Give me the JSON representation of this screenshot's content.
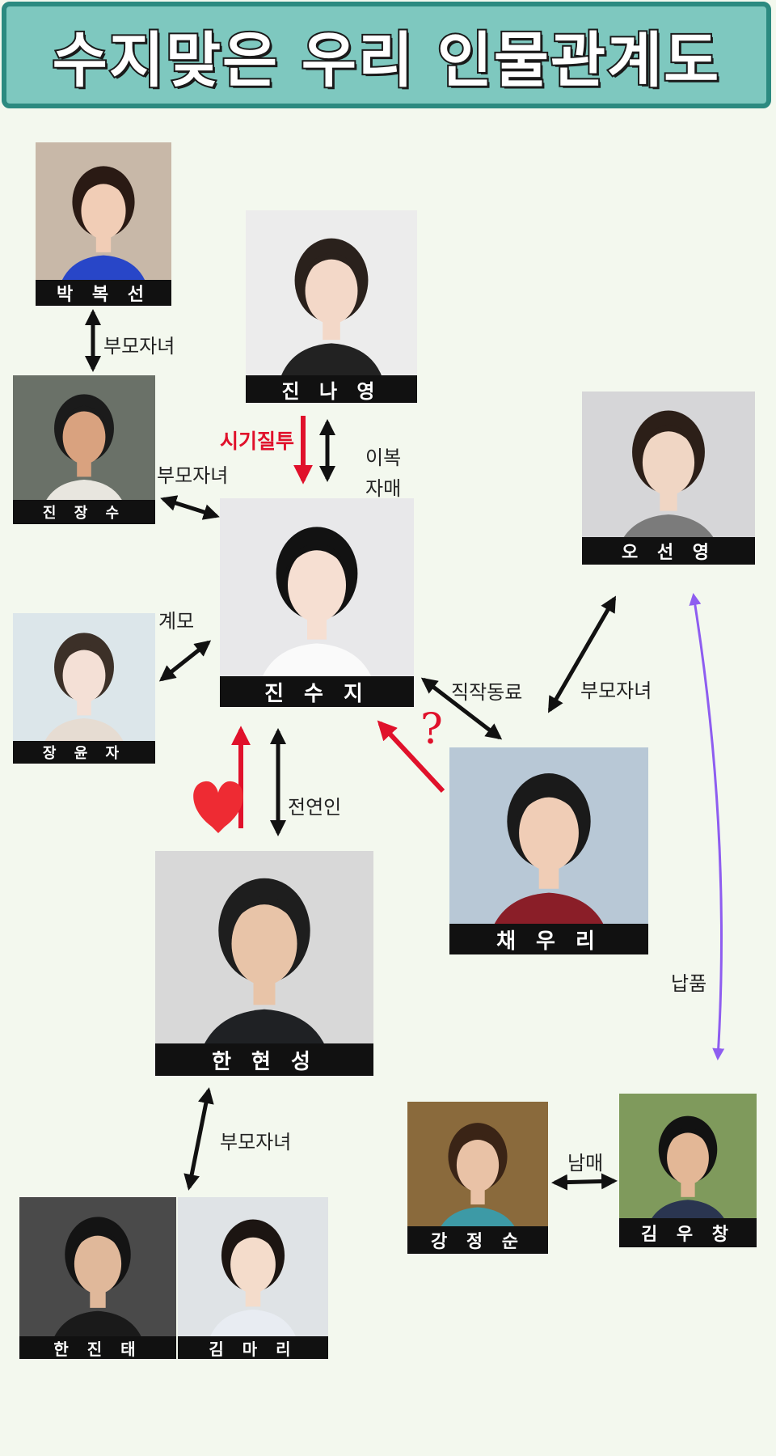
{
  "title": "수지맞은 우리 인물관계도",
  "people": {
    "park_bokseon": {
      "name": "박 복 선",
      "colors": {
        "bg": "#c8b8a8",
        "hair": "#2a1a14",
        "skin": "#f1cdb6",
        "cloth": "#2846c8"
      }
    },
    "jin_jangsu": {
      "name": "진 장 수",
      "colors": {
        "bg": "#6a7168",
        "hair": "#1b1b1b",
        "skin": "#d9a27f",
        "cloth": "#e8e6df"
      }
    },
    "jin_nayoung": {
      "name": "진 나 영",
      "colors": {
        "bg": "#ececec",
        "hair": "#2a211c",
        "skin": "#f3d8c8",
        "cloth": "#222222"
      }
    },
    "jin_suji": {
      "name": "진 수 지",
      "colors": {
        "bg": "#e8e8ea",
        "hair": "#121212",
        "skin": "#f6dfd2",
        "cloth": "#fafafa"
      }
    },
    "jang_yunja": {
      "name": "장 윤 자",
      "colors": {
        "bg": "#dce6ea",
        "hair": "#3c3028",
        "skin": "#f4e0d6",
        "cloth": "#e6dcd2"
      }
    },
    "oh_sunyoung": {
      "name": "오 선 영",
      "colors": {
        "bg": "#d6d6d8",
        "hair": "#2c1f18",
        "skin": "#f0d6c4",
        "cloth": "#7b7b7b"
      }
    },
    "chae_woori": {
      "name": "채 우 리",
      "colors": {
        "bg": "#b8c8d6",
        "hair": "#1a1a1a",
        "skin": "#f0cdb6",
        "cloth": "#8a1e28"
      }
    },
    "han_hyunsung": {
      "name": "한 현 성",
      "colors": {
        "bg": "#d8d8d8",
        "hair": "#1e1e1e",
        "skin": "#e8c4a8",
        "cloth": "#1f2124"
      }
    },
    "han_jintae": {
      "name": "한 진 태",
      "colors": {
        "bg": "#4a4a4a",
        "hair": "#141414",
        "skin": "#e0b89a",
        "cloth": "#1a1a1a"
      }
    },
    "kim_mari": {
      "name": "김 마 리",
      "colors": {
        "bg": "#dfe3e6",
        "hair": "#1c1512",
        "skin": "#f4dccb",
        "cloth": "#e8ecf2"
      }
    },
    "kang_jungsoon": {
      "name": "강 정 순",
      "colors": {
        "bg": "#8a6a3c",
        "hair": "#3a2416",
        "skin": "#e9c2a6",
        "cloth": "#3d9aa6"
      }
    },
    "kim_woochang": {
      "name": "김 우 창",
      "colors": {
        "bg": "#7f9a5c",
        "hair": "#121212",
        "skin": "#e3b796",
        "cloth": "#2a3550"
      }
    }
  },
  "relations": {
    "parent_child_park_jangsu": "부모자녀",
    "parent_child_jangsu_suji": "부모자녀",
    "jealousy": "시기질투",
    "half_sister_line1": "이복",
    "half_sister_line2": "자매",
    "stepmother": "계모",
    "coworker": "직작동료",
    "parent_child_sunyoung_woori": "부모자녀",
    "ex_lover": "전연인",
    "parent_child_hyunsung": "부모자녀",
    "siblings": "남매",
    "supply": "납품",
    "question_mark": "?"
  },
  "colors": {
    "arrow_black": "#111111",
    "arrow_red": "#e0112b",
    "arrow_purple": "#8e5df0",
    "heart": "#ee2b33"
  }
}
